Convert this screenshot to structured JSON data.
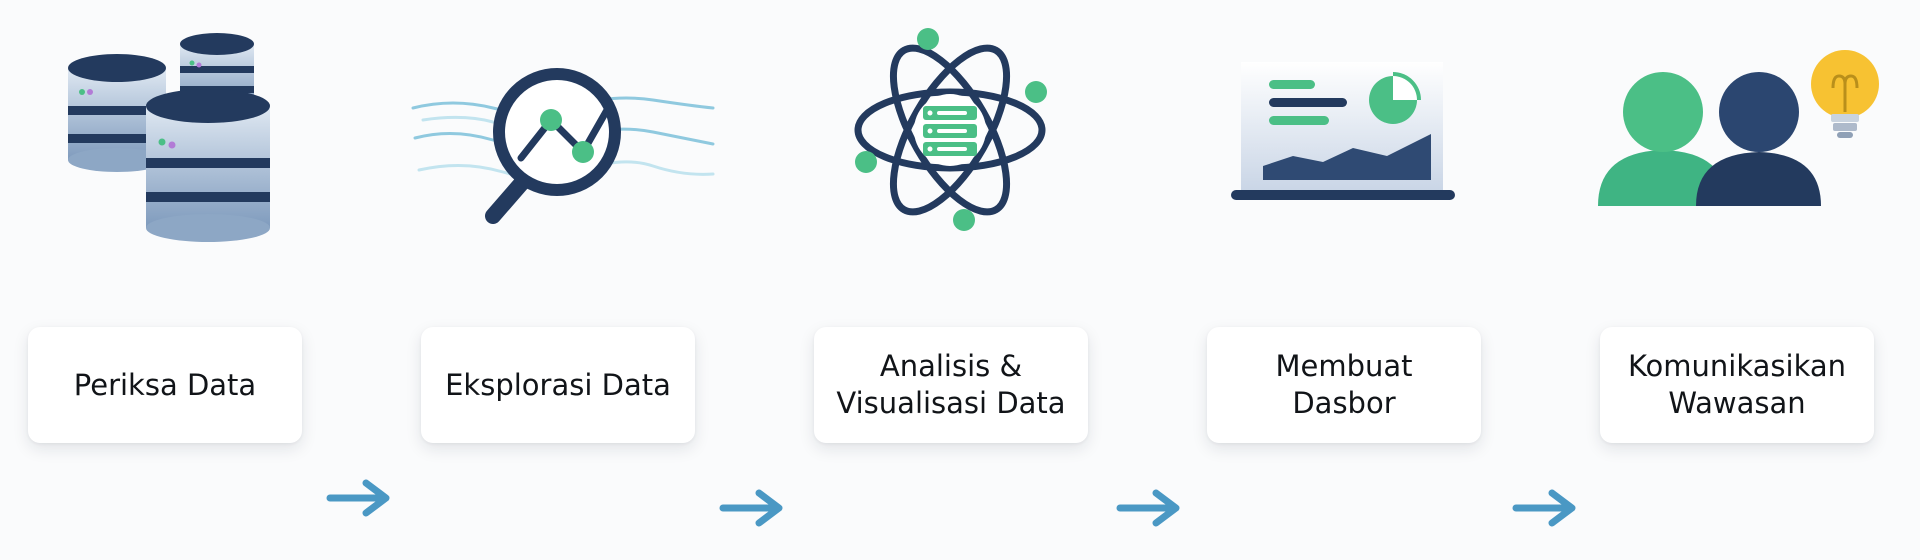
{
  "steps": [
    {
      "label": "Periksa Data",
      "icon": "database-stack-icon"
    },
    {
      "label": "Eksplorasi Data",
      "icon": "magnifier-trend-icon"
    },
    {
      "label": "Analisis &\nVisualisasi Data",
      "icon": "atom-server-icon"
    },
    {
      "label": "Membuat\nDasbor",
      "icon": "dashboard-monitor-icon"
    },
    {
      "label": "Komunikasikan\nWawasan",
      "icon": "people-lightbulb-icon"
    }
  ],
  "colors": {
    "navy": "#233a5e",
    "green": "#4bbf86",
    "teal_arrow": "#4a98c4",
    "bulb": "#f7c232",
    "light_blue": "#8fc9df"
  }
}
